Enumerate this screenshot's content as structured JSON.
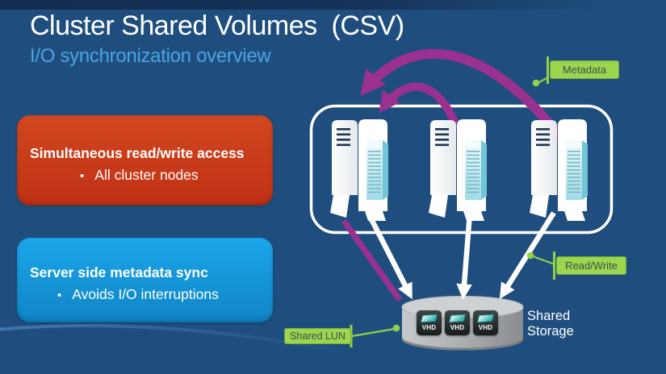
{
  "slide": {
    "title": "Cluster Shared Volumes  (CSV)",
    "subtitle": "I/O synchronization overview"
  },
  "cards": [
    {
      "id": "simultaneous-access",
      "heading": "Simultaneous read/write access",
      "bullets": [
        "All cluster nodes"
      ],
      "bg_color": "#C6391B"
    },
    {
      "id": "metadata-sync",
      "heading": "Server side metadata sync",
      "bullets": [
        "Avoids I/O interruptions"
      ],
      "bg_color": "#1899DB"
    }
  ],
  "callouts": [
    {
      "id": "metadata",
      "label": "Metadata"
    },
    {
      "id": "read-write",
      "label": "Read/Write"
    },
    {
      "id": "shared-lun",
      "label": "Shared LUN"
    }
  ],
  "storage": {
    "label": "Shared Storage",
    "vhd_label": "VHD",
    "vhd_count": 3
  },
  "diagram": {
    "cluster_node_count": 3,
    "icons": {
      "server": "server-tower-icon",
      "storage": "storage-cylinder-icon",
      "vhd": "vhd-disk-icon"
    },
    "arrows": {
      "metadata_arcs_between_nodes": 2,
      "metadata_arrow_to_storage": 1,
      "read_write_arrows_to_storage": 3
    }
  },
  "colors": {
    "background": "#1F4E7E",
    "top_bar": "#142F52",
    "title": "#FFFFFF",
    "subtitle": "#4AA4E0",
    "card_red": "#C6391B",
    "card_blue": "#1899DB",
    "callout_green": "#9CD64F",
    "arrow_purple": "#9A3190",
    "arrow_white": "#FFFFFF",
    "storage_gray": "#A9ACAE"
  }
}
